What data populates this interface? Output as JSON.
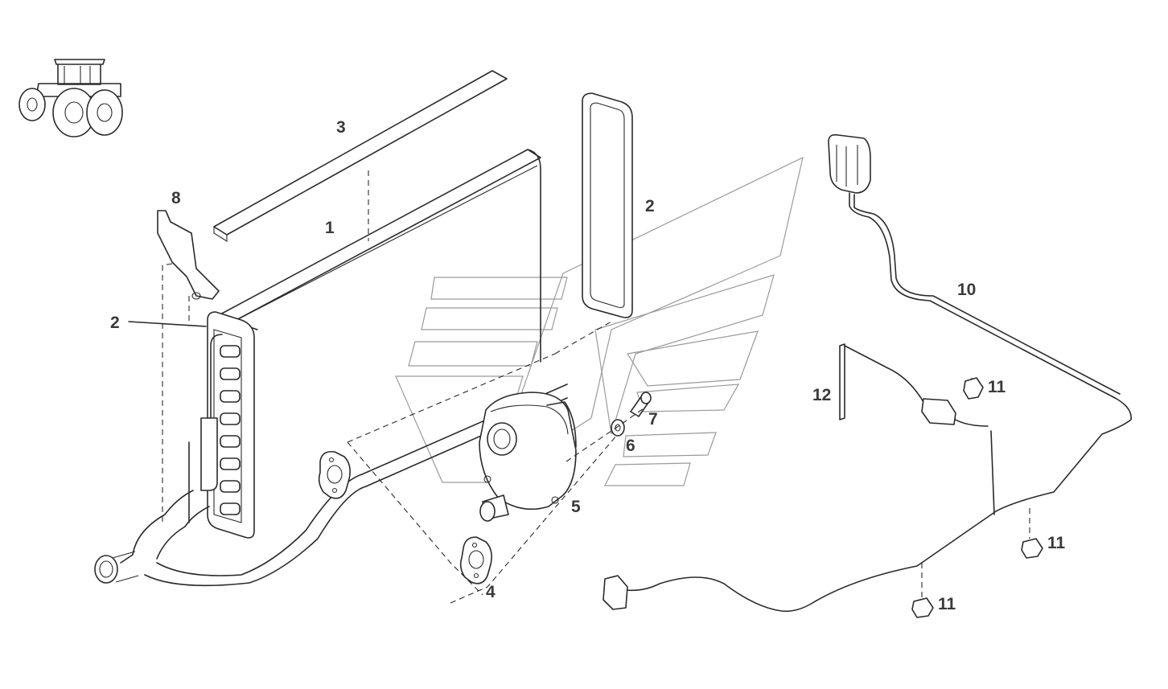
{
  "callouts": [
    {
      "id": "label-1",
      "text": "1"
    },
    {
      "id": "label-2-heater-seal",
      "text": "2"
    },
    {
      "id": "label-2-left-seal",
      "text": "2"
    },
    {
      "id": "label-3",
      "text": "3"
    },
    {
      "id": "label-4",
      "text": "4"
    },
    {
      "id": "label-5",
      "text": "5"
    },
    {
      "id": "label-6",
      "text": "6"
    },
    {
      "id": "label-7",
      "text": "7"
    },
    {
      "id": "label-8",
      "text": "8"
    },
    {
      "id": "label-10",
      "text": "10"
    },
    {
      "id": "label-11-a",
      "text": "11"
    },
    {
      "id": "label-11-b",
      "text": "11"
    },
    {
      "id": "label-11-c",
      "text": "11"
    },
    {
      "id": "label-12",
      "text": "12"
    }
  ]
}
